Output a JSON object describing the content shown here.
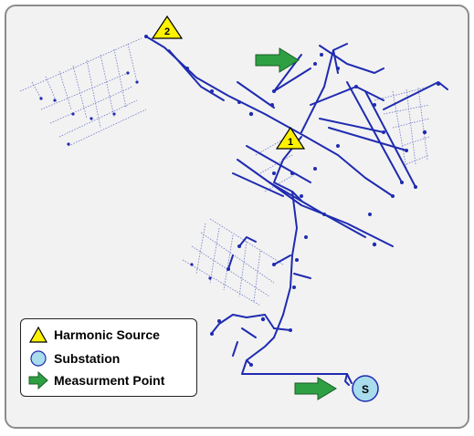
{
  "markers": {
    "source_1_label": "1",
    "source_2_label": "2",
    "substation_label": "S"
  },
  "legend": {
    "harmonic_source": "Harmonic Source",
    "substation": "Substation",
    "measurement_point": "Measurment Point"
  },
  "colors": {
    "line": "#1f2bb0",
    "lateral": "#6f78c8",
    "source_fill": "#fff200",
    "substation_fill": "#a9dcec",
    "arrow_fill": "#2ea043",
    "frame_bg": "#f2f2f2"
  },
  "icons": [
    "triangle-icon",
    "circle-icon",
    "arrow-right-icon"
  ]
}
